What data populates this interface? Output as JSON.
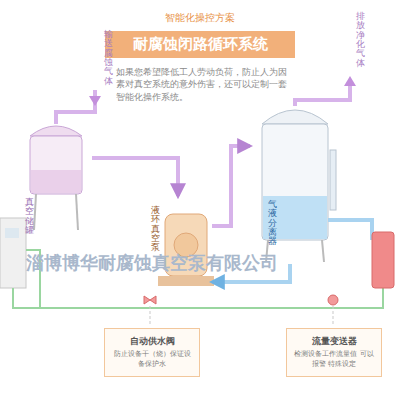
{
  "diagram": {
    "title": "耐腐蚀闭路循环系统",
    "nodes": [
      {
        "text": [
          "真空储罐"
        ]
      },
      {
        "text": [
          "液环真空泵"
        ]
      },
      {
        "text": [
          "气液分离器"
        ]
      },
      {
        "text": [
          "自动供水阀",
          "防止设备干（烧）保证设备保护水"
        ]
      },
      {
        "text": [
          "流量变送器",
          "检测设备工作流量值 可以报警 特殊设定"
        ]
      }
    ],
    "edges": [
      {
        "from": 0,
        "to": 1,
        "arrow": "to"
      },
      {
        "from": 1,
        "to": 2,
        "arrow": "to"
      },
      {
        "from": 2,
        "to": 1,
        "arrow": "to"
      }
    ],
    "labels": [
      "智能化操控方案",
      "如果您希望降低工人劳动负荷，防止人为因素对真空系统的意外伤害，还可以定制一套智能化操作系统。",
      "输送腐蚀气体",
      "排放净化气体",
      "淄博博华耐腐蚀真空泵有限公司"
    ]
  }
}
